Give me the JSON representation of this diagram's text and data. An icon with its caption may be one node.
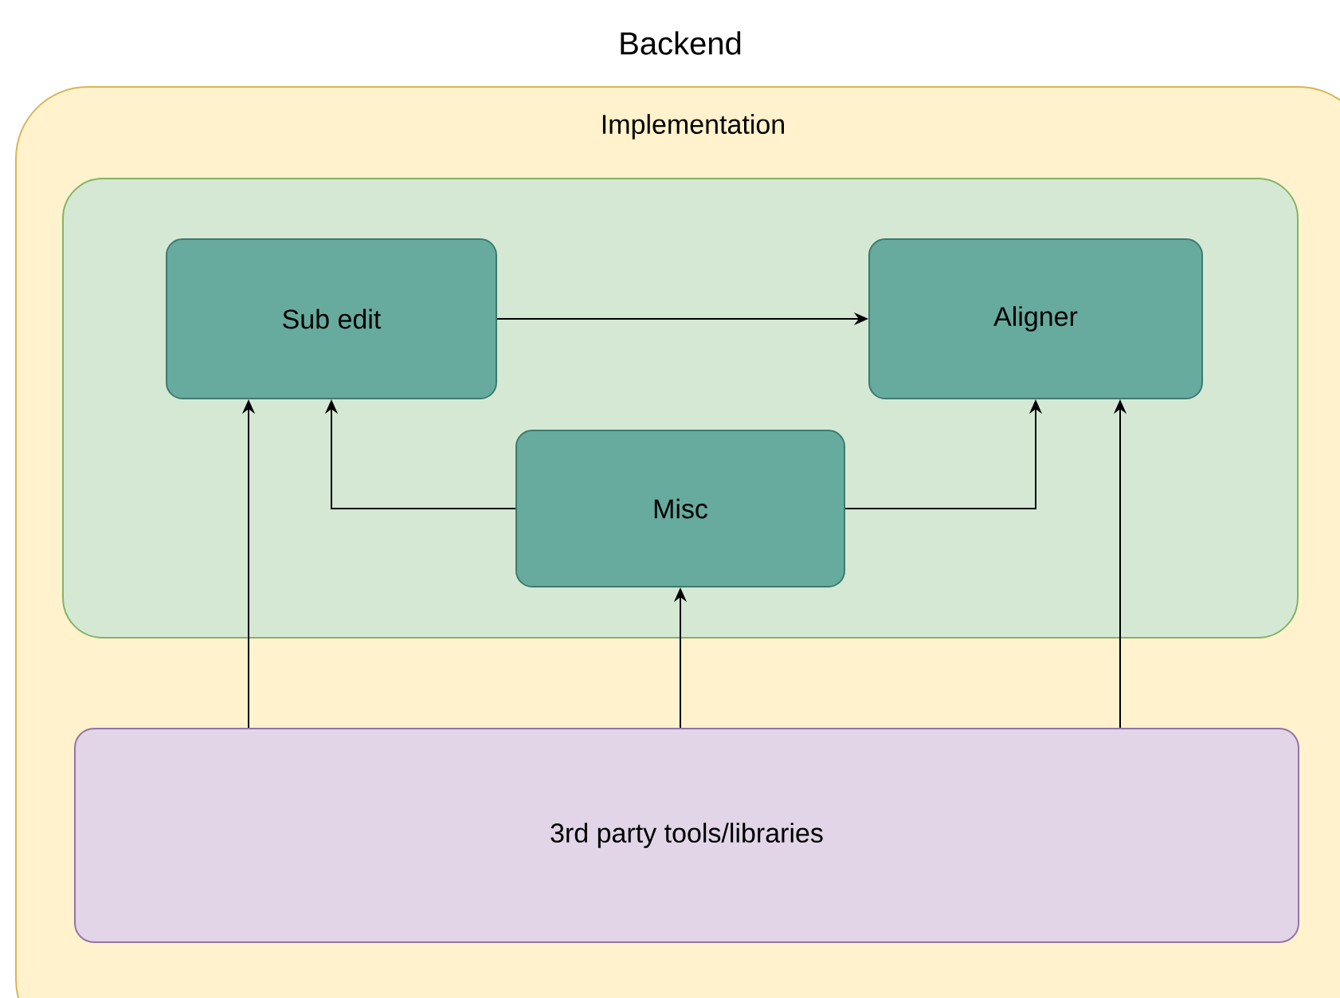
{
  "diagram": {
    "title": "Backend",
    "nodes": [
      {
        "text": [
          "Implementation"
        ]
      },
      {
        "text": [],
        "shape": "box",
        "in": 0
      },
      {
        "text": [
          "Sub edit"
        ],
        "in": 1
      },
      {
        "text": [
          "Aligner"
        ],
        "in": 1
      },
      {
        "text": [
          "Misc"
        ],
        "in": 1
      },
      {
        "text": [
          "3rd party tools/libraries"
        ],
        "in": 0
      }
    ],
    "edges": [
      {
        "from": 2,
        "to": 3,
        "arrow": "to"
      },
      {
        "from": 4,
        "to": 2,
        "arrow": "to"
      },
      {
        "from": 4,
        "to": 3,
        "arrow": "to"
      },
      {
        "from": 5,
        "to": 2,
        "arrow": "to"
      },
      {
        "from": 5,
        "to": 4,
        "arrow": "to"
      },
      {
        "from": 5,
        "to": 3,
        "arrow": "to"
      }
    ]
  }
}
